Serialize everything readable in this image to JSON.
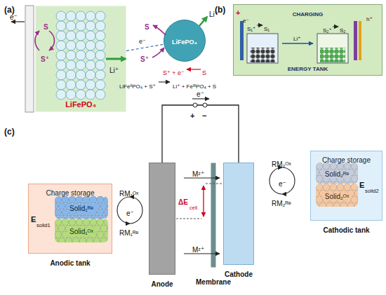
{
  "diagram": {
    "nodes": [
      {
        "text": [
          "LiFePO₄"
        ]
      },
      {
        "text": [
          "LiFePO₄"
        ]
      },
      {
        "text": [
          "CHARGING",
          "ENERGY TANK"
        ]
      },
      {
        "text": [
          "Charge storage",
          "Anodic tank"
        ]
      },
      {
        "text": [
          "Solid₁ᴿᵉ"
        ],
        "in": 3
      },
      {
        "text": [
          "Solid₁ᴼˣ"
        ],
        "in": 3
      },
      {
        "text": [
          "Anode"
        ]
      },
      {
        "text": [
          "Membrane"
        ]
      },
      {
        "text": [
          "Cathode"
        ]
      },
      {
        "text": [
          "Charge storage",
          "Cathodic tank"
        ]
      },
      {
        "text": [
          "Solid₂ᴿᵉ"
        ],
        "in": 9
      },
      {
        "text": [
          "Solid₂ᴼˣ"
        ],
        "in": 9
      }
    ],
    "edges": [
      {
        "from": 0,
        "to": 1,
        "arrow": "none"
      },
      {
        "from": 6,
        "to": 8,
        "arrow": "none",
        "label": "e⁻"
      }
    ],
    "labels": [
      "(a)",
      "e⁻",
      "S",
      "S⁺",
      "Li⁺",
      "S",
      "S⁺",
      "e⁻",
      "Li⁺",
      "S⁺ + e⁻",
      "S",
      "LiFeᴵᴵPO₄ + S⁺",
      "Li⁺ + FeᴵᴵᴵPO₄ + S",
      "(b)",
      "+",
      "e⁻",
      "S₁⁺",
      "S₁",
      "Li⁺",
      "S₂⁺",
      "S₂",
      "h⁺",
      "(c)",
      "+",
      "−",
      "E",
      "solid1",
      "RM₁ᴼˣ",
      "e⁻",
      "RM₁ᴿᵉ",
      "Mᶻ⁺",
      "ΔE",
      "cell",
      "Mᶻ⁺",
      "RM₂ᴼˣ",
      "e⁻",
      "RM₂ᴿᵉ",
      "E",
      "solid2"
    ]
  }
}
